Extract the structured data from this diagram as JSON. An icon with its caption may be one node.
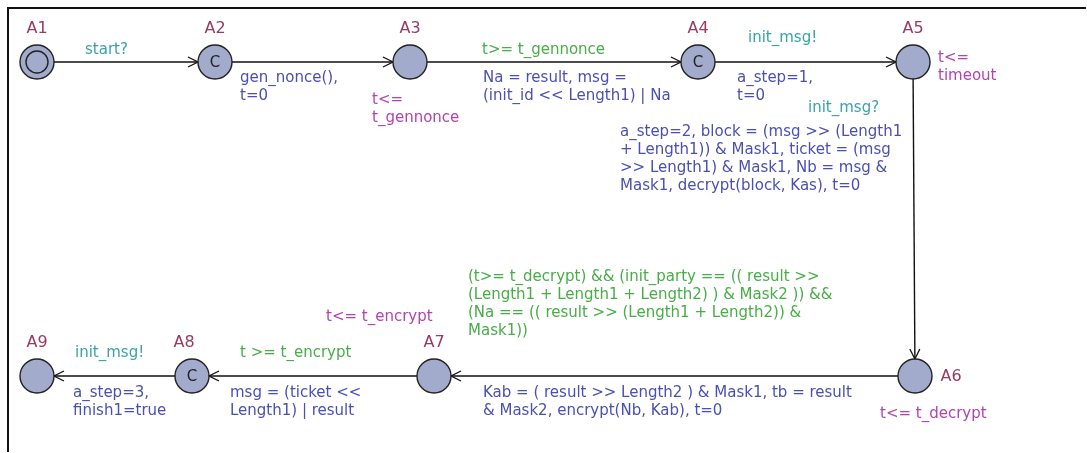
{
  "diagram": {
    "nodes": [
      {
        "text": [
          "A1"
        ]
      },
      {
        "text": [
          "A2",
          "C"
        ]
      },
      {
        "text": [
          "A3"
        ],
        "beside": [
          "t<= t_gennonce"
        ]
      },
      {
        "text": [
          "A4",
          "C"
        ]
      },
      {
        "text": [
          "A5"
        ],
        "beside": [
          "t<= timeout"
        ]
      },
      {
        "text": [
          "A6"
        ],
        "beside": [
          "t<= t_decrypt"
        ]
      },
      {
        "text": [
          "A7"
        ],
        "beside": [
          "t<= t_encrypt"
        ]
      },
      {
        "text": [
          "A8",
          "C"
        ]
      },
      {
        "text": [
          "A9"
        ]
      }
    ],
    "edges": [
      {
        "from": 0,
        "to": 1,
        "arrow": "to",
        "label": "start?"
      },
      {
        "from": 1,
        "to": 2,
        "arrow": "to",
        "label": "gen_nonce(), t=0"
      },
      {
        "from": 2,
        "to": 3,
        "arrow": "to",
        "label": "t>= t_gennonce"
      },
      {
        "from": 3,
        "to": 4,
        "arrow": "to",
        "label": "init_msg!"
      },
      {
        "from": 4,
        "to": 5,
        "arrow": "to",
        "label": "init_msg?"
      },
      {
        "from": 5,
        "to": 6,
        "arrow": "to",
        "label": "(t>= t_decrypt) && (init_party == (( result >> (Length1 + Length1 + Length2) ) & Mask2 )) && (Na == (( result >> (Length1 + Length2)) & Mask1))"
      },
      {
        "from": 6,
        "to": 7,
        "arrow": "to",
        "label": "t >= t_encrypt"
      },
      {
        "from": 7,
        "to": 8,
        "arrow": "to",
        "label": "init_msg!"
      }
    ],
    "labels": [
      "Na = result, msg = (init_id << Length1) | Na",
      "a_step=1, t=0",
      "a_step=2, block = (msg >> (Length1 + Length1)) & Mask1, ticket = (msg >> Length1) & Mask1, Nb = msg & Mask1, decrypt(block, Kas), t=0",
      "a_step=3, finish1=true",
      "msg = (ticket << Length1) | result",
      "Kab = ( result >> Length2 ) & Mask1, tb = result & Mask2, encrypt(Nb, Kab), t=0"
    ]
  }
}
